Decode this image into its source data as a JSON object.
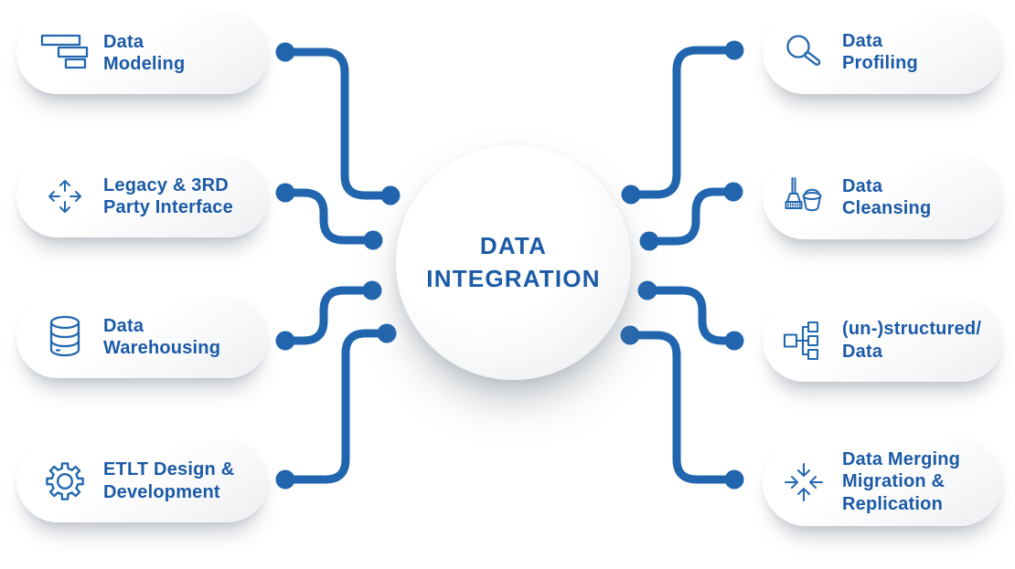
{
  "diagram": {
    "title": "DATA\nINTEGRATION",
    "colors": {
      "connector_blue": "#2165ae",
      "text_blue": "#1b5aa7",
      "icon_blue": "#2368af",
      "pill_background": "#ffffff",
      "page_background": "#ffffff"
    },
    "left_pills": [
      {
        "label": "Data\nModeling",
        "icon": "staggered-bars-icon"
      },
      {
        "label": "Legacy & 3RD\nParty Interface",
        "icon": "move-arrows-icon"
      },
      {
        "label": "Data\nWarehousing",
        "icon": "database-icon"
      },
      {
        "label": "ETLT Design &\nDevelopment",
        "icon": "gear-icon"
      }
    ],
    "right_pills": [
      {
        "label": "Data\nProfiling",
        "icon": "magnifier-icon"
      },
      {
        "label": "Data\nCleansing",
        "icon": "broom-bucket-icon"
      },
      {
        "label": "(un-)structured/\nData",
        "icon": "tree-structure-icon"
      },
      {
        "label": "Data Merging\nMigration &\nReplication",
        "icon": "converging-arrows-icon"
      }
    ]
  }
}
